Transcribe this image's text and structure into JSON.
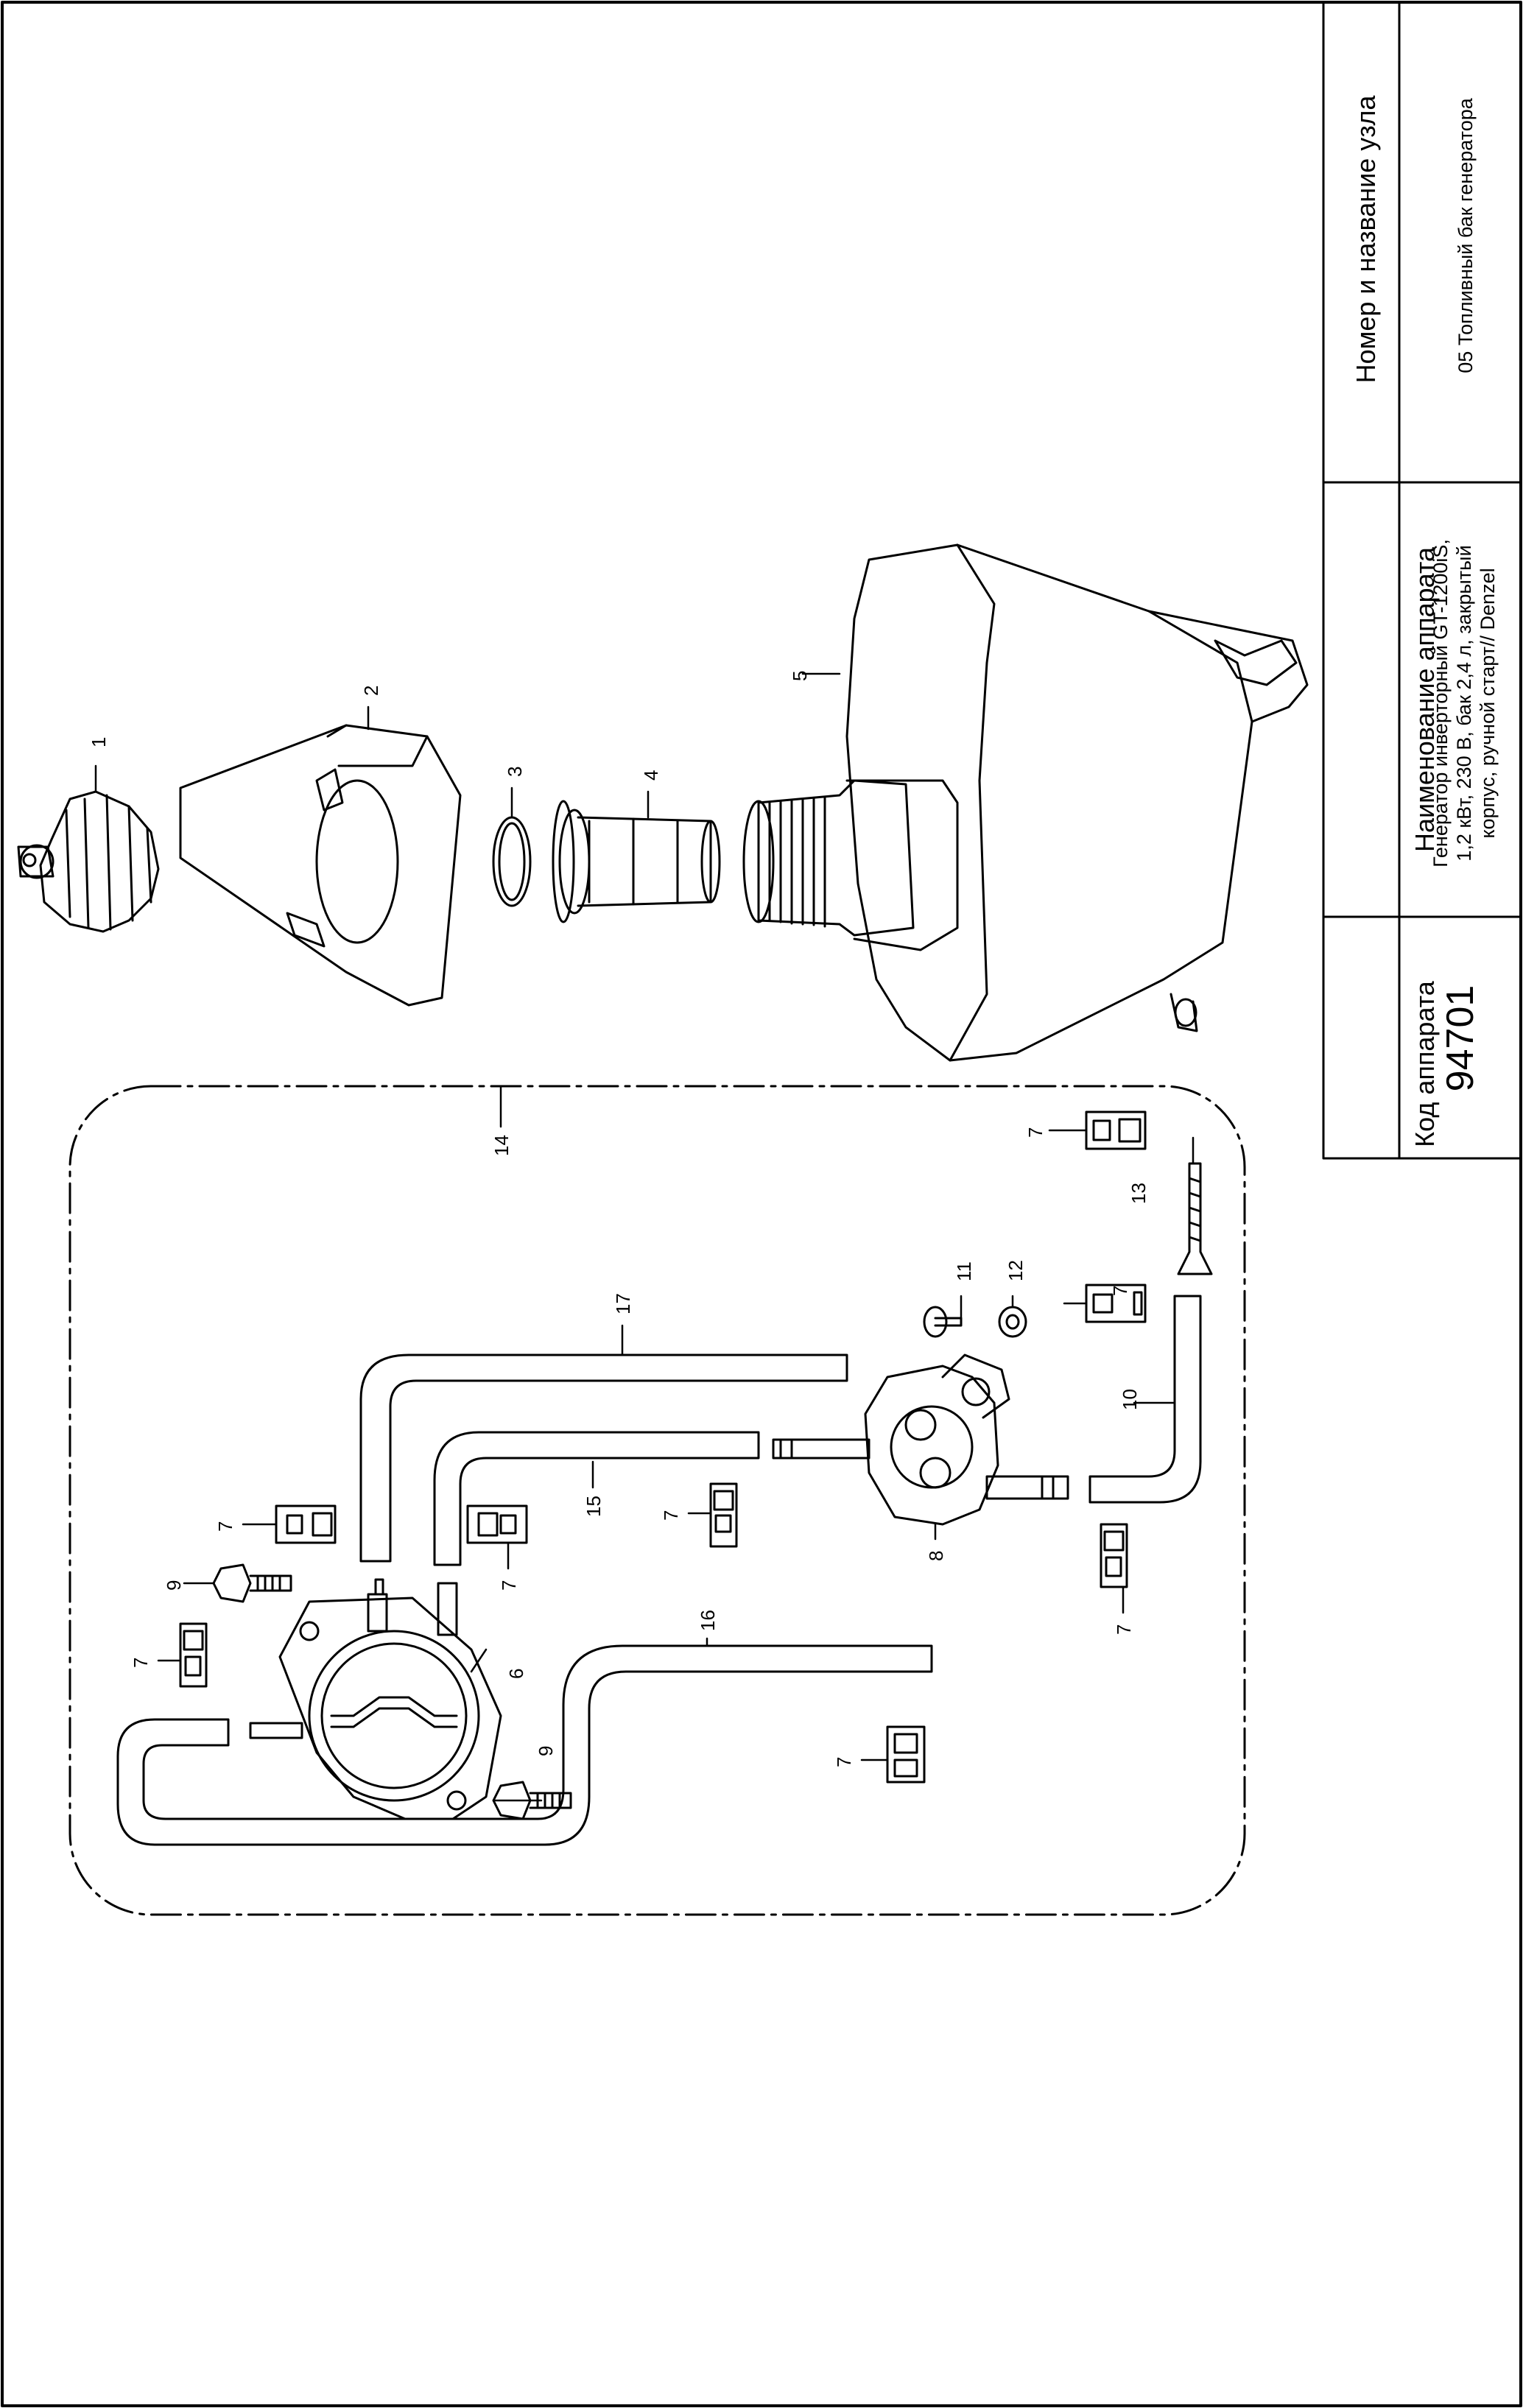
{
  "title_block": {
    "code_header": "Код аппарата",
    "code_value": "94701",
    "device_header": "Наименование аппарата",
    "device_lines": [
      "Генератор инверторный GT-1200iS,",
      "1,2 кВт, 230 В, бак 2,4 л, закрытый",
      "корпус, ручной старт// Denzel"
    ],
    "assembly_header": "Номер и название узла",
    "assembly_value": "05 Топливный бак генератора"
  },
  "callouts": [
    {
      "id": "c1",
      "text": "1"
    },
    {
      "id": "c2",
      "text": "2"
    },
    {
      "id": "c3",
      "text": "3"
    },
    {
      "id": "c4",
      "text": "4"
    },
    {
      "id": "c5",
      "text": "5"
    },
    {
      "id": "c6",
      "text": "6"
    },
    {
      "id": "c7a",
      "text": "7"
    },
    {
      "id": "c7b",
      "text": "7"
    },
    {
      "id": "c7c",
      "text": "7"
    },
    {
      "id": "c7d",
      "text": "7"
    },
    {
      "id": "c7e",
      "text": "7"
    },
    {
      "id": "c7f",
      "text": "7"
    },
    {
      "id": "c7g",
      "text": "7"
    },
    {
      "id": "c7h",
      "text": "7"
    },
    {
      "id": "c8",
      "text": "8"
    },
    {
      "id": "c9a",
      "text": "9"
    },
    {
      "id": "c9b",
      "text": "9"
    },
    {
      "id": "c10",
      "text": "10"
    },
    {
      "id": "c11",
      "text": "11"
    },
    {
      "id": "c12",
      "text": "12"
    },
    {
      "id": "c13",
      "text": "13"
    },
    {
      "id": "c14",
      "text": "14"
    },
    {
      "id": "c15",
      "text": "15"
    },
    {
      "id": "c16",
      "text": "16"
    },
    {
      "id": "c17",
      "text": "17"
    }
  ]
}
